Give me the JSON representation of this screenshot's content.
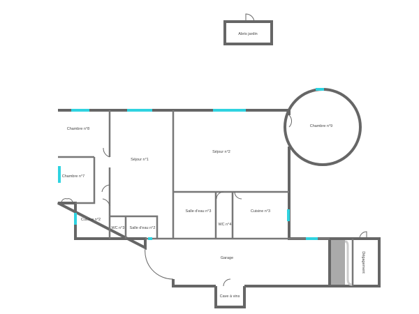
{
  "rooms": {
    "abris_jardin": "Abris jardin",
    "chambre_8": "Chambre n°8",
    "chambre_7": "Chambre n°7",
    "cuisine_2": "Cuisine n°2",
    "wc_3": "WC n°3",
    "salle_eau_2": "Salle d'eau n°2",
    "sejour_1": "Séjour n°1",
    "sejour_2": "Séjour n°2",
    "chambre_9": "Chambre n°9",
    "salle_eau_3": "Salle d'eau n°3",
    "wc_4": "WC n°4",
    "cuisine_3": "Cuisine n°3",
    "garage": "Garage",
    "cave_a_vins": "Cave à vins",
    "degagement": "Dégagement"
  },
  "colors": {
    "wall": "#666666",
    "window": "#2fd3e0"
  }
}
